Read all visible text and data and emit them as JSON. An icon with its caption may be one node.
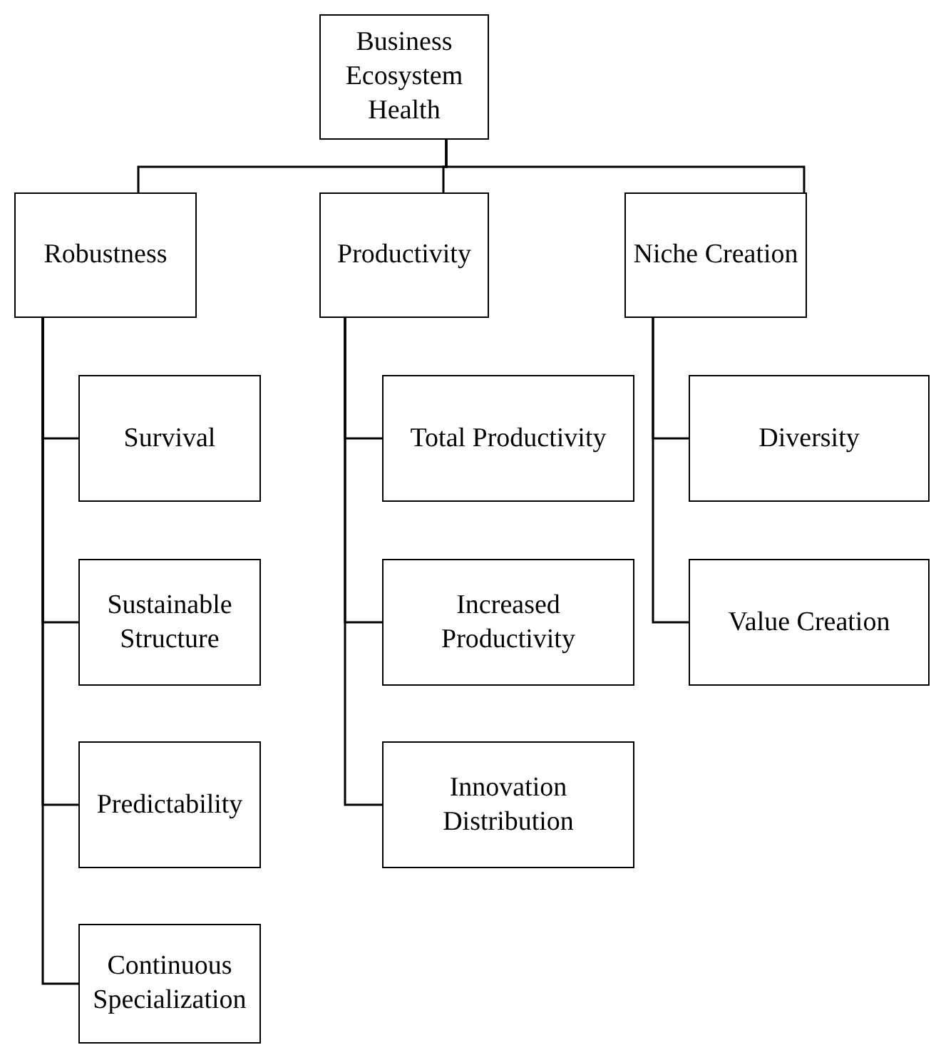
{
  "diagram": {
    "nodes": [
      {
        "text": [
          "Business Ecosystem Health"
        ]
      },
      {
        "text": [
          "Robustness"
        ]
      },
      {
        "text": [
          "Productivity"
        ]
      },
      {
        "text": [
          "Niche Creation"
        ]
      },
      {
        "text": [
          "Survival"
        ]
      },
      {
        "text": [
          "Sustainable Structure"
        ]
      },
      {
        "text": [
          "Predictability"
        ]
      },
      {
        "text": [
          "Continuous Specialization"
        ]
      },
      {
        "text": [
          "Total Productivity"
        ]
      },
      {
        "text": [
          "Increased Productivity"
        ]
      },
      {
        "text": [
          "Innovation Distribution"
        ]
      },
      {
        "text": [
          "Diversity"
        ]
      },
      {
        "text": [
          "Value Creation"
        ]
      }
    ],
    "edges": [
      {
        "from": 0,
        "to": 1,
        "arrow": "none"
      },
      {
        "from": 0,
        "to": 2,
        "arrow": "none"
      },
      {
        "from": 0,
        "to": 3,
        "arrow": "none"
      },
      {
        "from": 1,
        "to": 4,
        "arrow": "none"
      },
      {
        "from": 1,
        "to": 5,
        "arrow": "none"
      },
      {
        "from": 1,
        "to": 6,
        "arrow": "none"
      },
      {
        "from": 1,
        "to": 7,
        "arrow": "none"
      },
      {
        "from": 2,
        "to": 8,
        "arrow": "none"
      },
      {
        "from": 2,
        "to": 9,
        "arrow": "none"
      },
      {
        "from": 2,
        "to": 10,
        "arrow": "none"
      },
      {
        "from": 3,
        "to": 11,
        "arrow": "none"
      },
      {
        "from": 3,
        "to": 12,
        "arrow": "none"
      }
    ]
  }
}
